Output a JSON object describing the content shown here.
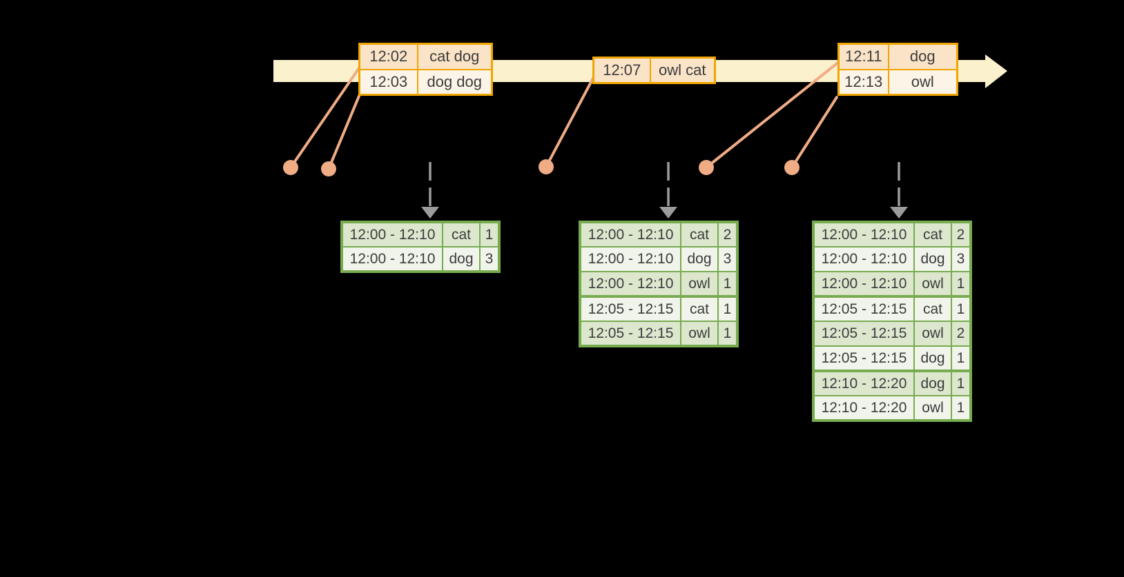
{
  "colors": {
    "background": "#000000",
    "timeline_fill": "#FBF1CC",
    "event_border": "#F0A500",
    "event_row_dark": "#FAE3C6",
    "event_row_light": "#FDF4E8",
    "connector": "#F0AC84",
    "result_border": "#77AB4F",
    "result_row_dark": "#DCE7CE",
    "result_row_light": "#F0F4EA",
    "trigger_arrow": "#9C9C9C",
    "text": "#3C3C3C"
  },
  "event_tables": [
    {
      "rows": [
        [
          "12:02",
          "cat dog"
        ],
        [
          "12:03",
          "dog dog"
        ]
      ]
    },
    {
      "rows": [
        [
          "12:07",
          "owl cat"
        ]
      ]
    },
    {
      "rows": [
        [
          "12:11",
          "dog"
        ],
        [
          "12:13",
          "owl"
        ]
      ]
    }
  ],
  "result_tables": [
    {
      "rows": [
        [
          "12:00 - 12:10",
          "cat",
          "1"
        ],
        [
          "12:00 - 12:10",
          "dog",
          "3"
        ]
      ]
    },
    {
      "rows": [
        [
          "12:00 - 12:10",
          "cat",
          "2"
        ],
        [
          "12:00 - 12:10",
          "dog",
          "3"
        ],
        [
          "12:00 - 12:10",
          "owl",
          "1"
        ],
        [
          "12:05 - 12:15",
          "cat",
          "1"
        ],
        [
          "12:05 - 12:15",
          "owl",
          "1"
        ]
      ]
    },
    {
      "rows": [
        [
          "12:00 - 12:10",
          "cat",
          "2"
        ],
        [
          "12:00 - 12:10",
          "dog",
          "3"
        ],
        [
          "12:00 - 12:10",
          "owl",
          "1"
        ],
        [
          "12:05 - 12:15",
          "cat",
          "1"
        ],
        [
          "12:05 - 12:15",
          "owl",
          "2"
        ],
        [
          "12:05 - 12:15",
          "dog",
          "1"
        ],
        [
          "12:10 - 12:20",
          "dog",
          "1"
        ],
        [
          "12:10 - 12:20",
          "owl",
          "1"
        ]
      ]
    }
  ]
}
